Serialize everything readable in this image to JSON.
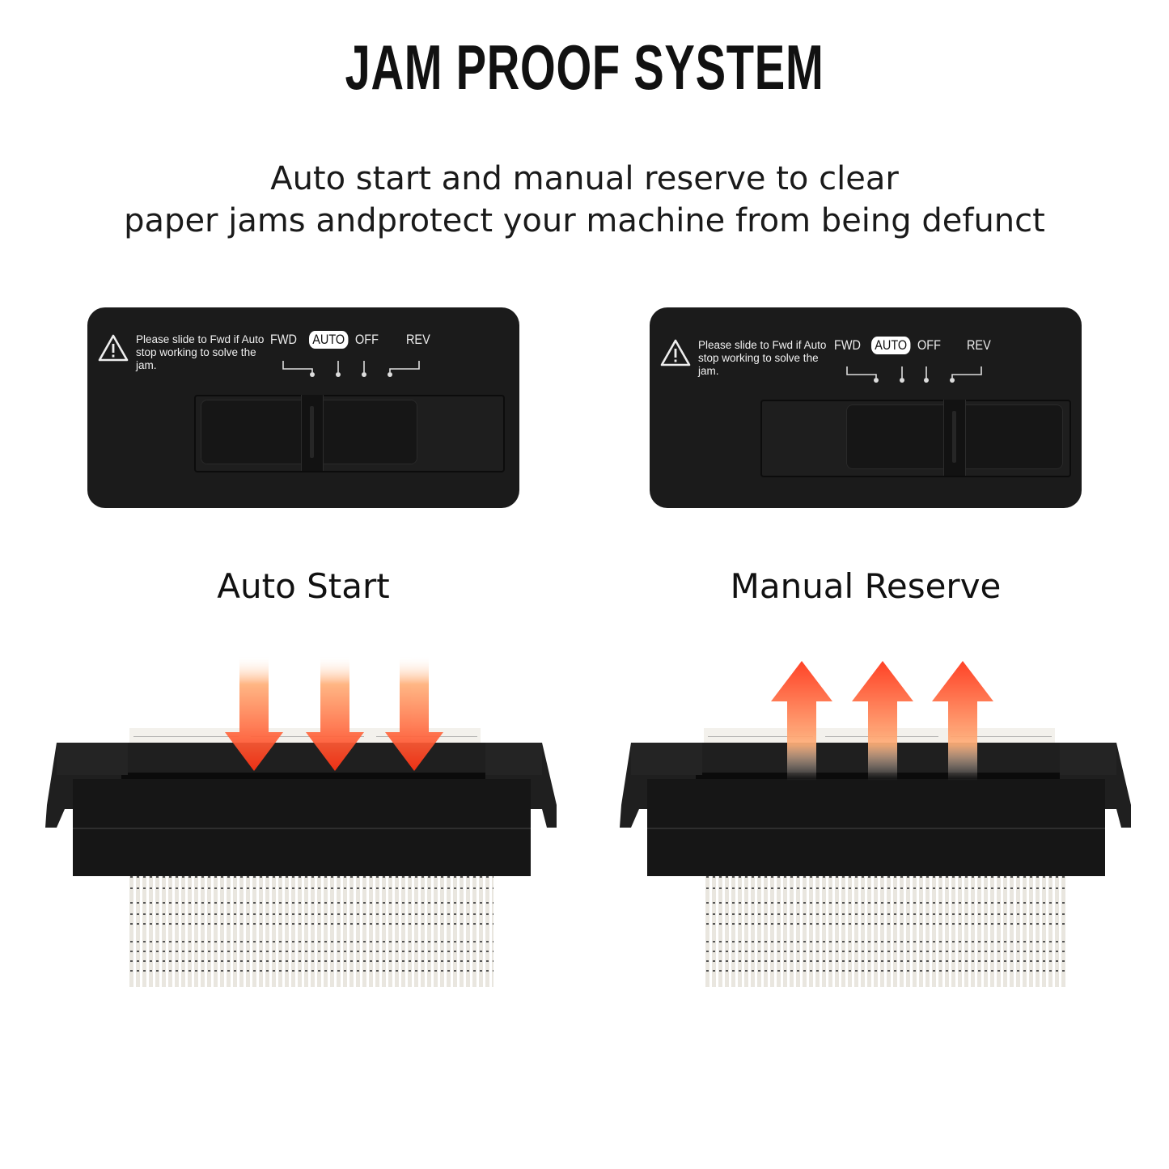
{
  "title": "JAM PROOF SYSTEM",
  "subtitle": {
    "line1": "Auto start and manual reserve to clear",
    "line2": "paper jams andprotect your machine from being defunct"
  },
  "panels": [
    {
      "warning": "Please slide to Fwd if Auto stop working to solve the jam.",
      "modes": [
        "FWD",
        "AUTO",
        "OFF",
        "REV"
      ],
      "active_mode": "AUTO",
      "caption": "Auto Start",
      "arrow_direction": "down"
    },
    {
      "warning": "Please slide to Fwd if Auto stop working to solve the jam.",
      "modes": [
        "FWD",
        "AUTO",
        "OFF",
        "REV"
      ],
      "active_mode": "AUTO",
      "caption": "Manual Reserve",
      "arrow_direction": "up"
    }
  ],
  "colors": {
    "panel": "#1b1b1b",
    "arrow_top": "#ffe2b8",
    "arrow_bottom": "#ff3b1a",
    "shredder_body": "#1f1f1f"
  }
}
